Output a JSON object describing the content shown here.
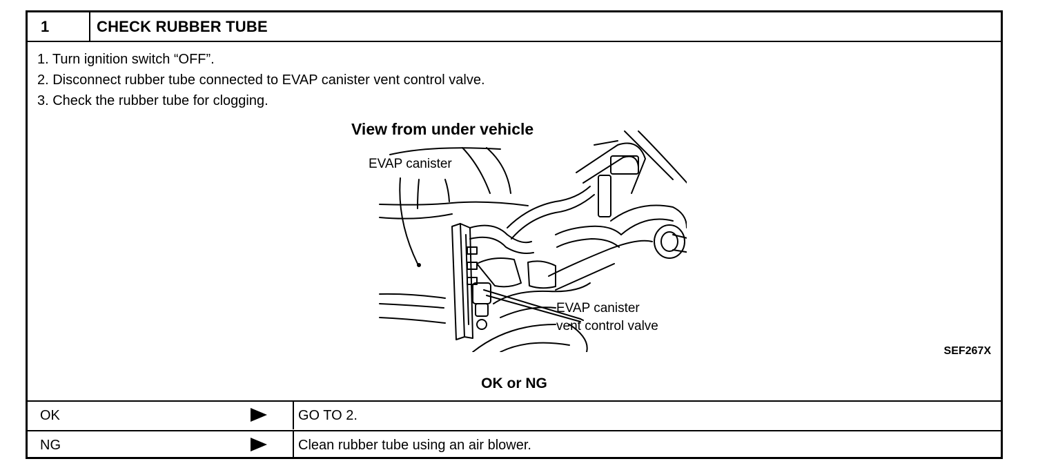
{
  "header": {
    "step_number": "1",
    "title": "CHECK RUBBER TUBE"
  },
  "instructions": [
    "1.  Turn ignition switch “OFF”.",
    "2.  Disconnect rubber tube connected to EVAP canister vent control valve.",
    "3.  Check the rubber tube for clogging."
  ],
  "figure": {
    "view_label": "View from under vehicle",
    "canister_label": "EVAP canister",
    "valve_label_line1": "EVAP canister",
    "valve_label_line2": "vent control valve",
    "figure_code": "SEF267X"
  },
  "check_prompt": "OK or NG",
  "results": [
    {
      "result": "OK",
      "action": "GO TO 2."
    },
    {
      "result": "NG",
      "action": "Clean rubber tube using an air blower."
    }
  ]
}
